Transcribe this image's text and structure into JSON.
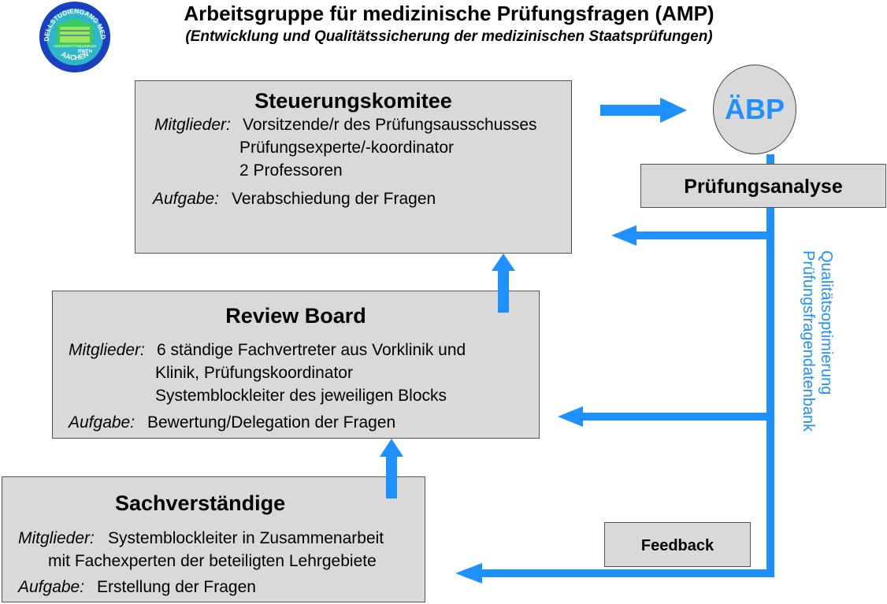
{
  "header": {
    "title": "Arbeitsgruppe für medizinische Prüfungsfragen (AMP)",
    "subtitle": "(Entwicklung und Qualitätssicherung der medizinischen Staatsprüfungen)"
  },
  "logo": {
    "arc_top": "MODELLSTUDIENGANG MEDIZIN",
    "arc_bottom": "AACHEN",
    "inner_top": "UNIVERSITÄTSKLINIKUM",
    "inner_bottom": "RWTH"
  },
  "steuerung": {
    "title": "Steuerungskomitee",
    "members_label": "Mitglieder:",
    "members": [
      "Vorsitzende/r des Prüfungsausschusses",
      "Prüfungsexperte/-koordinator",
      "2 Professoren"
    ],
    "task_label": "Aufgabe:",
    "task": "Verabschiedung der Fragen"
  },
  "review": {
    "title": "Review Board",
    "members_label": "Mitglieder:",
    "members": [
      "6 ständige Fachvertreter aus Vorklinik und",
      "Klinik, Prüfungskoordinator",
      "Systemblockleiter des jeweiligen Blocks"
    ],
    "task_label": "Aufgabe:",
    "task": "Bewertung/Delegation der Fragen"
  },
  "sachverstaendige": {
    "title": "Sachverständige",
    "members_label": "Mitglieder:",
    "members": [
      "Systemblockleiter in Zusammenarbeit",
      "mit Fachexperten der beteiligten Lehrgebiete"
    ],
    "task_label": "Aufgabe:",
    "task": "Erstellung der Fragen"
  },
  "aebp": "ÄBP",
  "analyse": "Prüfungsanalyse",
  "feedback": "Feedback",
  "vertical_text": {
    "line1": "Qualitätsoptimierung",
    "line2": "Prüfungsfragendatenbank"
  },
  "colors": {
    "accent": "#1e90ff",
    "box": "#d9d9d9",
    "circle": "#d9d9d9"
  }
}
